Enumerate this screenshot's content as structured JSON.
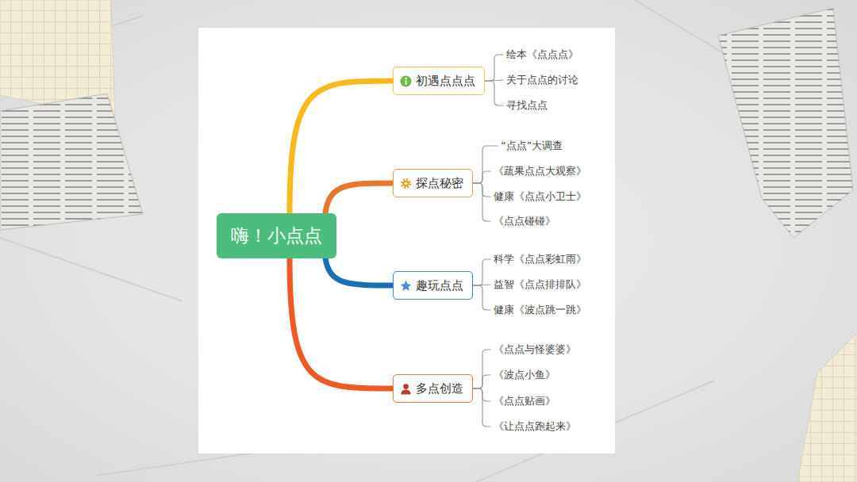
{
  "diagram": {
    "nodes": [
      {
        "text": [
          "嗨！小点点"
        ]
      },
      {
        "text": [
          "初遇点点点"
        ]
      },
      {
        "text": [
          "绘本《点点点》"
        ]
      },
      {
        "text": [
          "关于点点的讨论"
        ]
      },
      {
        "text": [
          "寻找点点"
        ]
      },
      {
        "text": [
          "探点秘密"
        ]
      },
      {
        "text": [
          "“点点”大调查"
        ]
      },
      {
        "text": [
          "《蔬果点点大观察》"
        ]
      },
      {
        "text": [
          "健康《点点小卫士》"
        ]
      },
      {
        "text": [
          "《点点碰碰》"
        ]
      },
      {
        "text": [
          "趣玩点点"
        ]
      },
      {
        "text": [
          "科学《点点彩虹雨》"
        ]
      },
      {
        "text": [
          "益智《点点排排队》"
        ]
      },
      {
        "text": [
          "健康《波点跳一跳》"
        ]
      },
      {
        "text": [
          "多点创造"
        ]
      },
      {
        "text": [
          "《点点与怪婆婆》"
        ]
      },
      {
        "text": [
          "《波点小鱼》"
        ]
      },
      {
        "text": [
          "《点点贴画》"
        ]
      },
      {
        "text": [
          "《让点点跑起来》"
        ]
      }
    ],
    "edges": [
      {
        "from": 0,
        "to": 1,
        "arrow": "none"
      },
      {
        "from": 0,
        "to": 5,
        "arrow": "none"
      },
      {
        "from": 0,
        "to": 10,
        "arrow": "none"
      },
      {
        "from": 0,
        "to": 14,
        "arrow": "none"
      },
      {
        "from": 1,
        "to": 2,
        "arrow": "none"
      },
      {
        "from": 1,
        "to": 3,
        "arrow": "none"
      },
      {
        "from": 1,
        "to": 4,
        "arrow": "none"
      },
      {
        "from": 5,
        "to": 6,
        "arrow": "none"
      },
      {
        "from": 5,
        "to": 7,
        "arrow": "none"
      },
      {
        "from": 5,
        "to": 8,
        "arrow": "none"
      },
      {
        "from": 5,
        "to": 9,
        "arrow": "none"
      },
      {
        "from": 10,
        "to": 11,
        "arrow": "none"
      },
      {
        "from": 10,
        "to": 12,
        "arrow": "none"
      },
      {
        "from": 10,
        "to": 13,
        "arrow": "none"
      },
      {
        "from": 14,
        "to": 15,
        "arrow": "none"
      },
      {
        "from": 14,
        "to": 16,
        "arrow": "none"
      },
      {
        "from": 14,
        "to": 17,
        "arrow": "none"
      },
      {
        "from": 14,
        "to": 18,
        "arrow": "none"
      }
    ]
  }
}
